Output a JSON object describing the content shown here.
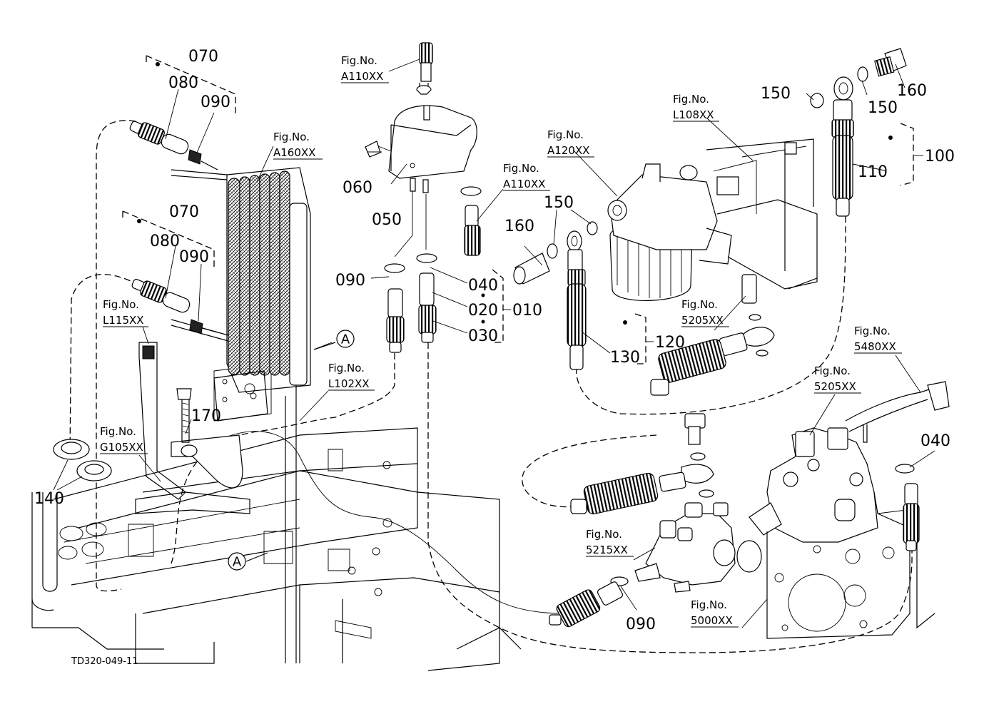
{
  "drawing_code": "TD320-049-11",
  "figure_refs": {
    "a110_top": [
      "Fig.No.",
      "A110XX"
    ],
    "a160": [
      "Fig.No.",
      "A160XX"
    ],
    "a110_mid": [
      "Fig.No.",
      "A110XX"
    ],
    "a120": [
      "Fig.No.",
      "A120XX"
    ],
    "l108": [
      "Fig.No.",
      "L108XX"
    ],
    "l115": [
      "Fig.No.",
      "L115XX"
    ],
    "l102": [
      "Fig.No.",
      "L102XX"
    ],
    "g105": [
      "Fig.No.",
      "G105XX"
    ],
    "s5205_mid": [
      "Fig.No.",
      "5205XX"
    ],
    "s5480": [
      "Fig.No.",
      "5480XX"
    ],
    "s5205_low": [
      "Fig.No.",
      "5205XX"
    ],
    "s5215": [
      "Fig.No.",
      "5215XX"
    ],
    "s5000": [
      "Fig.No.",
      "5000XX"
    ]
  },
  "callouts": {
    "c070_top": "070",
    "c080_top": "080",
    "c090_top": "090",
    "c070_mid": "070",
    "c080_mid": "080",
    "c090_mid": "090",
    "c060": "060",
    "c050": "050",
    "c090_left": "090",
    "c040_mid": "040",
    "c020": "020",
    "c030": "030",
    "c010": "010",
    "c160_mid": "160",
    "c150_mid": "150",
    "c130": "130",
    "c120": "120",
    "c150_a": "150",
    "c150_b": "150",
    "c160_top": "160",
    "c110": "110",
    "c100": "100",
    "c170": "170",
    "c140": "140",
    "c040_right": "040",
    "c090_low": "090"
  },
  "markers": {
    "a_upper": "A",
    "a_lower": "A"
  }
}
